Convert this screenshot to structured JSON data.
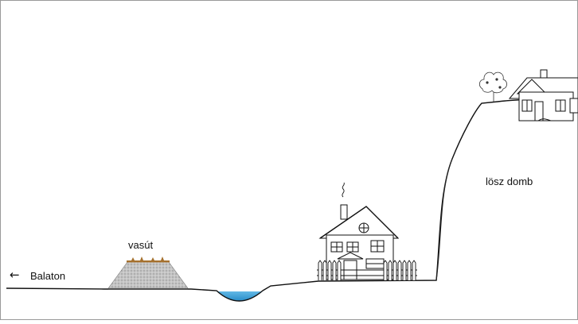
{
  "labels": {
    "balaton": "Balaton",
    "arrow": "←",
    "railway": "vasút",
    "loess_hill": "lösz domb"
  },
  "icons": {
    "left_arrow": "left-arrow-icon",
    "house_small": "house-icon",
    "house_large": "house-icon",
    "tree": "tree-icon",
    "fence": "fence-icon"
  },
  "colors": {
    "water": "#3aa1d8",
    "embankment": "#b8b8b8",
    "rail": "#a5702d",
    "line": "#111111"
  }
}
